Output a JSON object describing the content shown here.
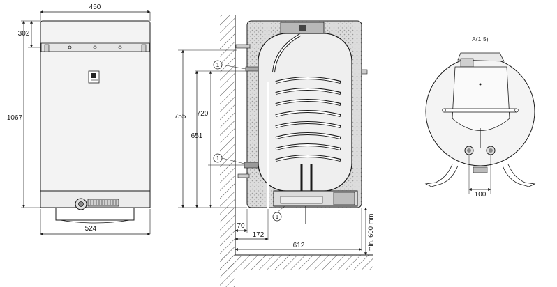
{
  "front_view": {
    "top_width": "450",
    "top_offset": "302",
    "total_height": "1067",
    "bottom_width": "524"
  },
  "side_view": {
    "dim_755": "755",
    "dim_720": "720",
    "dim_651": "651",
    "dim_70": "70",
    "dim_172": "172",
    "dim_612": "612",
    "min_clearance": "min. 600 mm",
    "callouts": [
      "1",
      "1",
      "1"
    ]
  },
  "detail_view": {
    "title": "A(1:5)",
    "bottom_spacing": "100"
  },
  "colors": {
    "line": "#1a1a1a",
    "body_fill": "#f2f2f2",
    "insulation_fill": "#d9d9d9",
    "wall_hatch": "#555555"
  }
}
